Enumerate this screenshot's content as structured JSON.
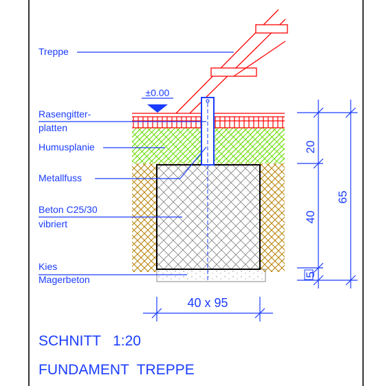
{
  "labels": {
    "treppe": "Treppe",
    "rasengitter_1": "Rasengitter-",
    "rasengitter_2": "platten",
    "humusplanie": "Humusplanie",
    "metallfuss": "Metallfuss",
    "beton_1": "Beton C25/30",
    "beton_2": "vibriert",
    "kies": "Kies",
    "magerbeton": "Magerbeton",
    "level": "±0.00"
  },
  "dimensions": {
    "d20": "20",
    "d40": "40",
    "d5": "5",
    "d65": "65",
    "width": "40 x 95"
  },
  "title": {
    "line1": "SCHNITT   1:20",
    "line2": "FUNDAMENT  TREPPE"
  },
  "colors": {
    "label_blue": "#1a3cff",
    "stair_red": "#ff0000",
    "grass_green": "#66dd00",
    "gravel_brown": "#b8860b",
    "concrete_grey": "#999999",
    "frame_black": "#000000"
  }
}
